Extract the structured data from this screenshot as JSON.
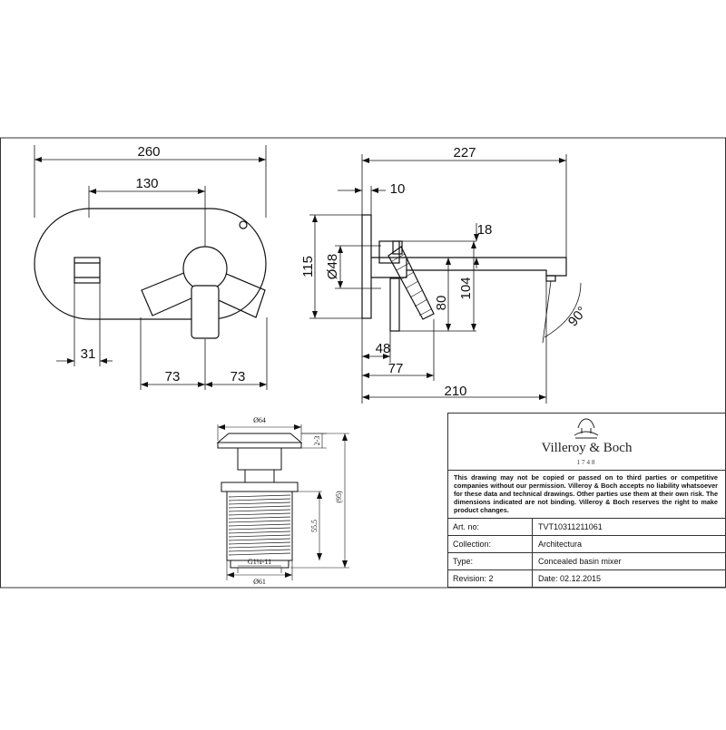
{
  "dimensions": {
    "front": {
      "width_total": "260",
      "width_handle": "130",
      "spout_offset": "31",
      "left_73": "73",
      "right_73": "73"
    },
    "side": {
      "depth_total": "227",
      "plate": "10",
      "d18": "18",
      "h115": "115",
      "dia48": "Ø48",
      "h80": "80",
      "h104": "104",
      "angle": "90°",
      "d48": "48",
      "d77": "77",
      "d210": "210"
    },
    "drain": {
      "top_dia": "Ø64",
      "cap_h": "2-3",
      "total_h": "(95)",
      "thread_len": "55.5",
      "thread": "G1¼-11",
      "bottom_dia": "Ø61"
    }
  },
  "title_block": {
    "brand": "Villeroy & Boch",
    "year": "1748",
    "notice": "This drawing may not be copied or passed on to third parties or competitive companies without our permission. Villeroy & Boch accepts no liability whatsoever for these data and technical drawings. Other parties use them at their own risk. The dimensions indicated are not binding. Villeroy & Boch reserves the right to make product changes.",
    "rows": [
      {
        "label": "Art. no:",
        "value": "TVT10311211061"
      },
      {
        "label": "Collection:",
        "value": "Architectura"
      },
      {
        "label": "Type:",
        "value": "Concealed basin mixer"
      }
    ],
    "revision": "Revision: 2",
    "date": "Date:  02.12.2015"
  }
}
